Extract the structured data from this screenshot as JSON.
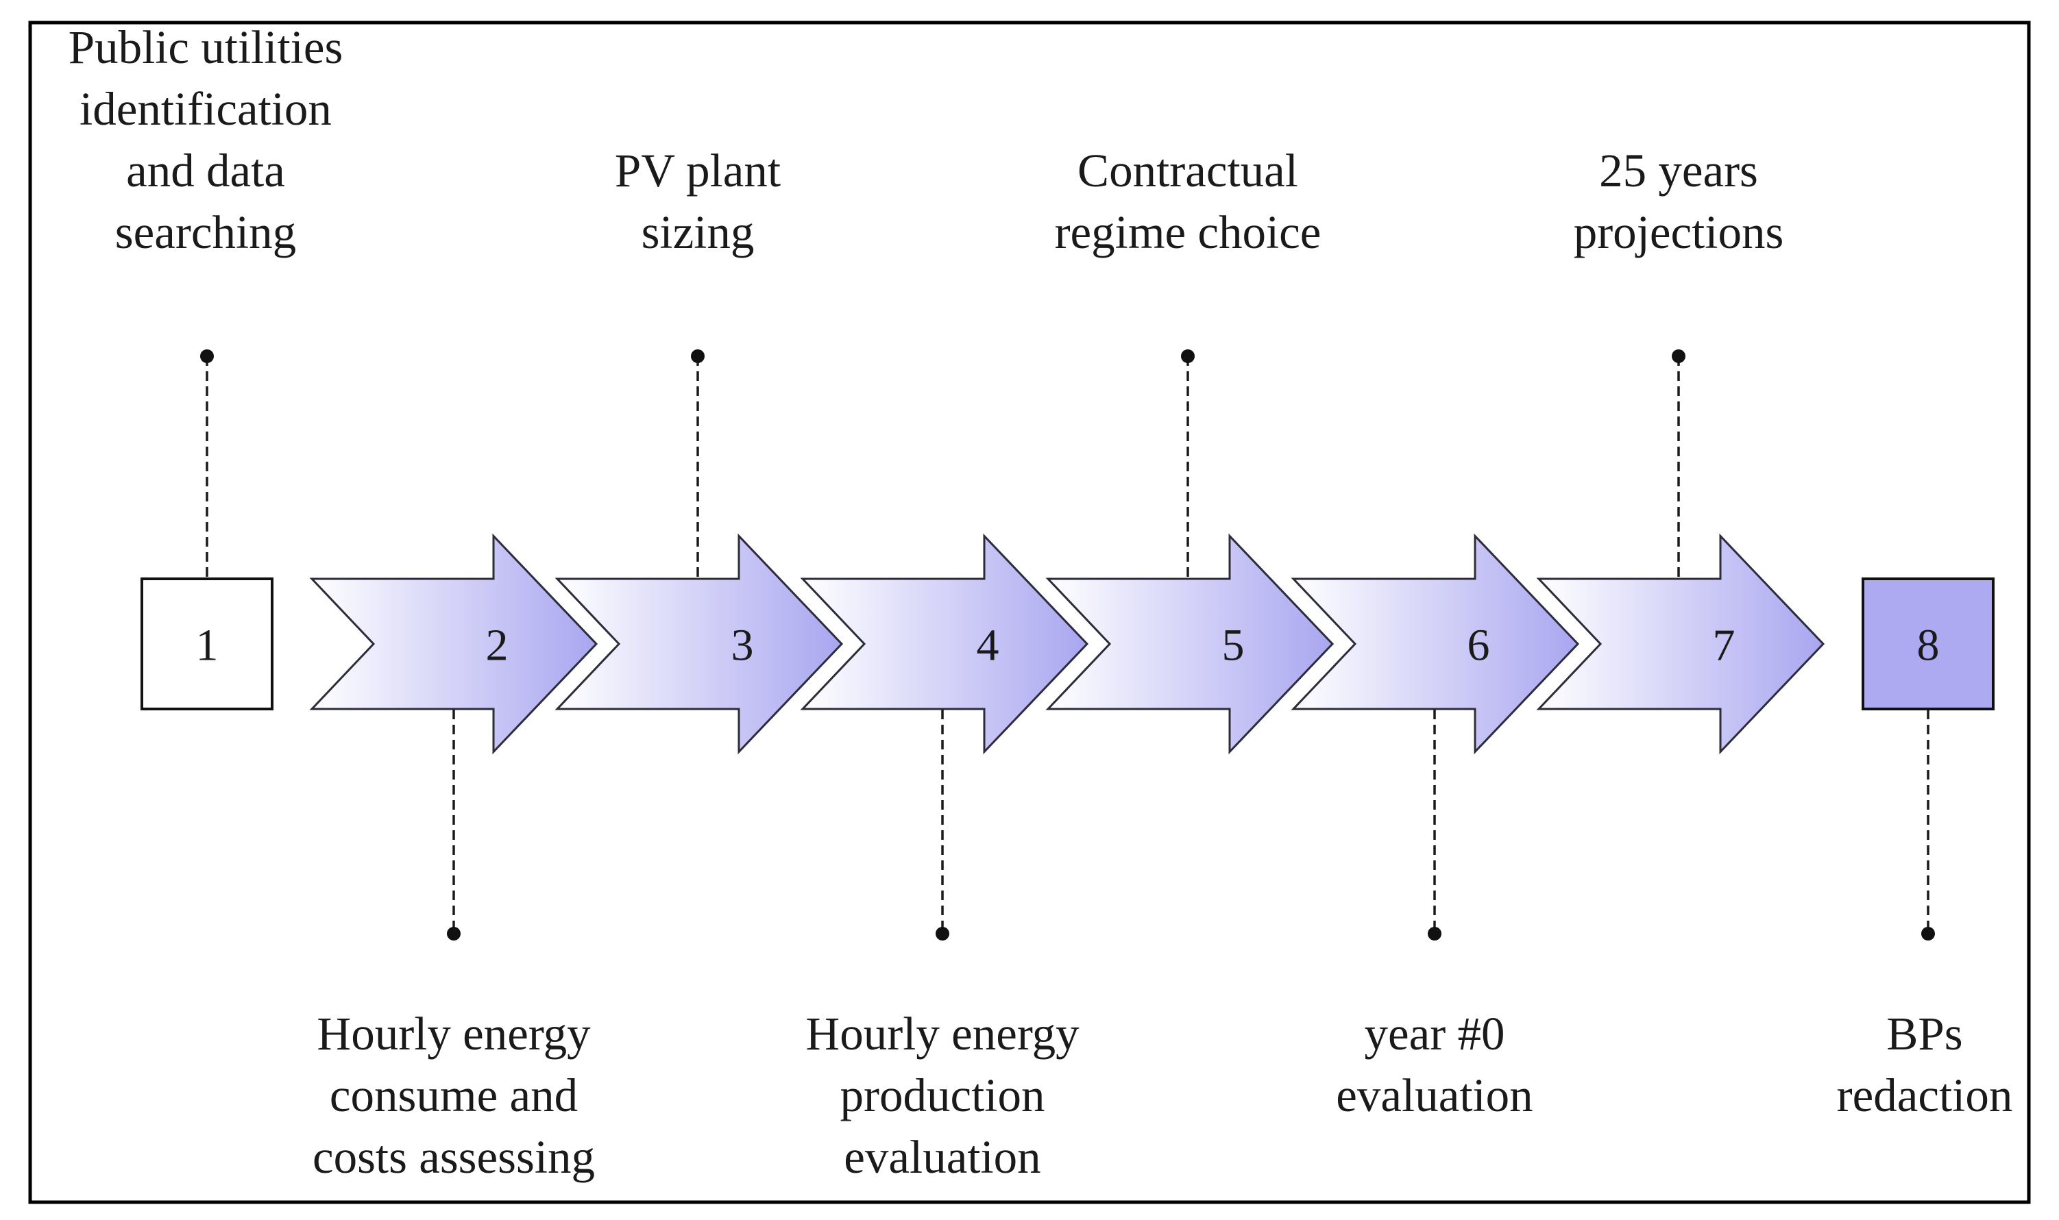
{
  "colors": {
    "frame": "#000000",
    "arrow_light": "#ffffff",
    "arrow_dark": "#a9a6f0",
    "final_box": "#aeaaf2",
    "start_box": "#ffffff",
    "text": "#1a1a1a"
  },
  "steps": [
    {
      "number": "1",
      "shape": "box",
      "label_position": "top",
      "label_lines": [
        "Public utilities",
        "identification",
        "and data",
        "searching"
      ]
    },
    {
      "number": "2",
      "shape": "arrow",
      "label_position": "bottom",
      "label_lines": [
        "Hourly energy",
        "consume and",
        "costs assessing"
      ]
    },
    {
      "number": "3",
      "shape": "arrow",
      "label_position": "top",
      "label_lines": [
        "PV plant",
        "sizing"
      ]
    },
    {
      "number": "4",
      "shape": "arrow",
      "label_position": "bottom",
      "label_lines": [
        "Hourly energy",
        "production",
        "evaluation"
      ]
    },
    {
      "number": "5",
      "shape": "arrow",
      "label_position": "top",
      "label_lines": [
        "Contractual",
        "regime choice"
      ]
    },
    {
      "number": "6",
      "shape": "arrow",
      "label_position": "bottom",
      "label_lines": [
        "year #0",
        "evaluation"
      ]
    },
    {
      "number": "7",
      "shape": "arrow",
      "label_position": "top",
      "label_lines": [
        "25 years",
        "projections"
      ]
    },
    {
      "number": "8",
      "shape": "box",
      "label_position": "bottom",
      "label_lines": [
        "BPs",
        "redaction"
      ]
    }
  ]
}
